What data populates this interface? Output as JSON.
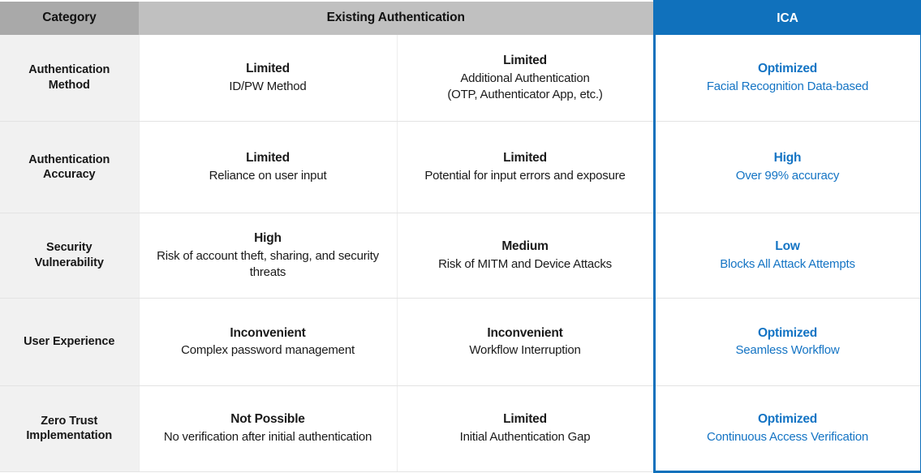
{
  "colors": {
    "ica_accent": "#1071bc",
    "ica_text": "#1474c4",
    "header_category_bg": "#a9a9a9",
    "header_existing_bg": "#c0c0c0",
    "category_col_bg": "#f1f1f1",
    "row_divider": "#e3e3e3"
  },
  "header": {
    "category": "Category",
    "existing": "Existing Authentication",
    "ica": "ICA"
  },
  "rows": [
    {
      "category": "Authentication Method",
      "category_lines": [
        "Authentication",
        "Method"
      ],
      "existing_a": {
        "verdict": "Limited",
        "detail": "ID/PW Method"
      },
      "existing_b": {
        "verdict": "Limited",
        "detail": "Additional Authentication\n(OTP, Authenticator App, etc.)"
      },
      "ica": {
        "verdict": "Optimized",
        "detail": "Facial Recognition Data-based"
      }
    },
    {
      "category": "Authentication Accuracy",
      "category_lines": [
        "Authentication",
        "Accuracy"
      ],
      "existing_a": {
        "verdict": "Limited",
        "detail": "Reliance on user input"
      },
      "existing_b": {
        "verdict": "Limited",
        "detail": "Potential for input errors and exposure"
      },
      "ica": {
        "verdict": "High",
        "detail": "Over 99% accuracy"
      }
    },
    {
      "category": "Security Vulnerability",
      "category_lines": [
        "Security",
        "Vulnerability"
      ],
      "existing_a": {
        "verdict": "High",
        "detail": "Risk of account theft, sharing, and security threats"
      },
      "existing_b": {
        "verdict": "Medium",
        "detail": "Risk of MITM and Device Attacks"
      },
      "ica": {
        "verdict": "Low",
        "detail": "Blocks All Attack Attempts"
      }
    },
    {
      "category": "User Experience",
      "category_lines": [
        "User Experience"
      ],
      "existing_a": {
        "verdict": "Inconvenient",
        "detail": "Complex password management"
      },
      "existing_b": {
        "verdict": "Inconvenient",
        "detail": "Workflow Interruption"
      },
      "ica": {
        "verdict": "Optimized",
        "detail": "Seamless Workflow"
      }
    },
    {
      "category": "Zero Trust Implementation",
      "category_lines": [
        "Zero Trust",
        "Implementation"
      ],
      "existing_a": {
        "verdict": "Not Possible",
        "detail": "No verification after initial authentication"
      },
      "existing_b": {
        "verdict": "Limited",
        "detail": "Initial Authentication Gap"
      },
      "ica": {
        "verdict": "Optimized",
        "detail": "Continuous Access Verification"
      }
    }
  ]
}
